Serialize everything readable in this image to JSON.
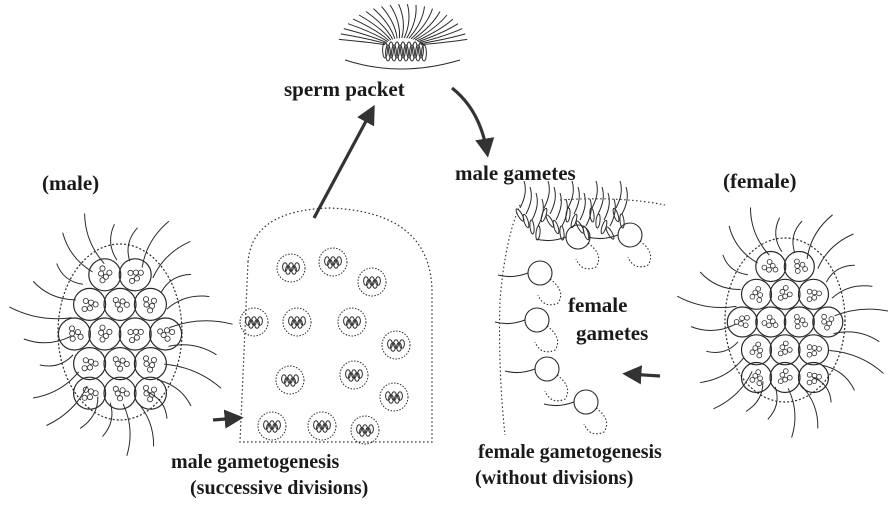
{
  "labels": {
    "male": "(male)",
    "female": "(female)",
    "sperm_packet": "sperm packet",
    "male_gametes": "male gametes",
    "female_gametes_line1": "female",
    "female_gametes_line2": "gametes",
    "male_gametogenesis_line1": "male gametogenesis",
    "male_gametogenesis_line2": "(successive divisions)",
    "female_gametogenesis_line1": "female gametogenesis",
    "female_gametogenesis_line2": "(without divisions)"
  },
  "colors": {
    "ink": "#2a2a2a",
    "arrow": "#333333",
    "background": "#ffffff"
  }
}
